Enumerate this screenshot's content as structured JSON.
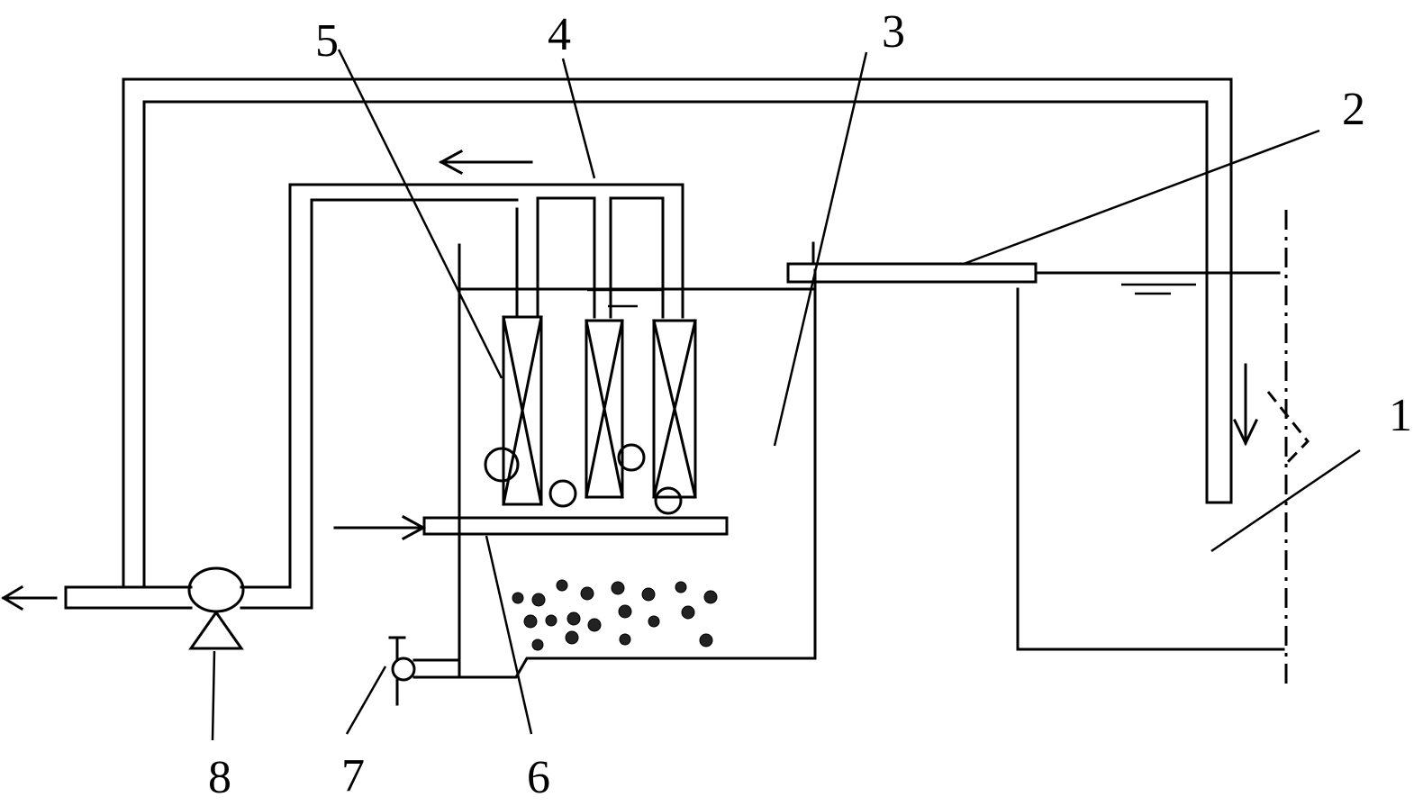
{
  "labels": {
    "l1": "1",
    "l2": "2",
    "l3": "3",
    "l4": "4",
    "l5": "5",
    "l6": "6",
    "l7": "7",
    "l8": "8"
  },
  "colors": {
    "line": "#000000",
    "background": "#ffffff"
  }
}
